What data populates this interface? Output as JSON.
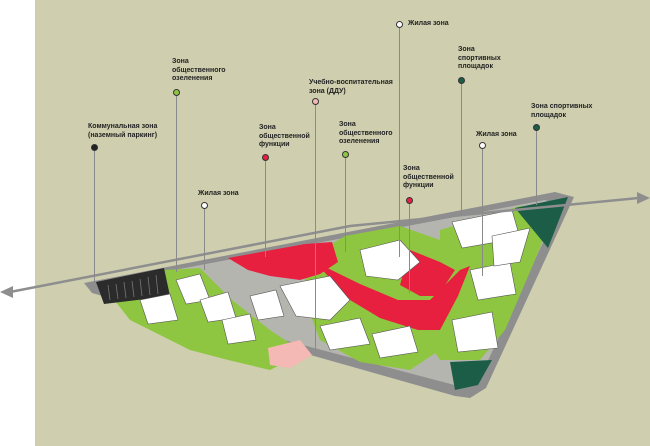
{
  "colors": {
    "background": "#cfcfb0",
    "residential": "#ffffff",
    "public_function": "#e8203f",
    "green": "#8fc641",
    "sports": "#1b5d47",
    "education": "#f4b9b4",
    "communal": "#222222",
    "road": "#8e8e8e"
  },
  "labels": {
    "communal": "Коммунальная зона\n(наземный паркинг)",
    "green_left": "Зона\nобщественного\nозеленения",
    "residential_left": "Жилая зона",
    "public_left": "Зона\nобщественной\nфункции",
    "education": "Учебно-воспитательная\nзона (ДДУ)",
    "green_center": "Зона\nобщественного\nозеленения",
    "residential_top": "Жилая зона",
    "public_center": "Зона\nобщественной\nфункции",
    "sports_top": "Зона\nспортивных\nплощадок",
    "residential_right": "Жилая зона",
    "sports_right": "Зона спортивных\nплощадок"
  }
}
